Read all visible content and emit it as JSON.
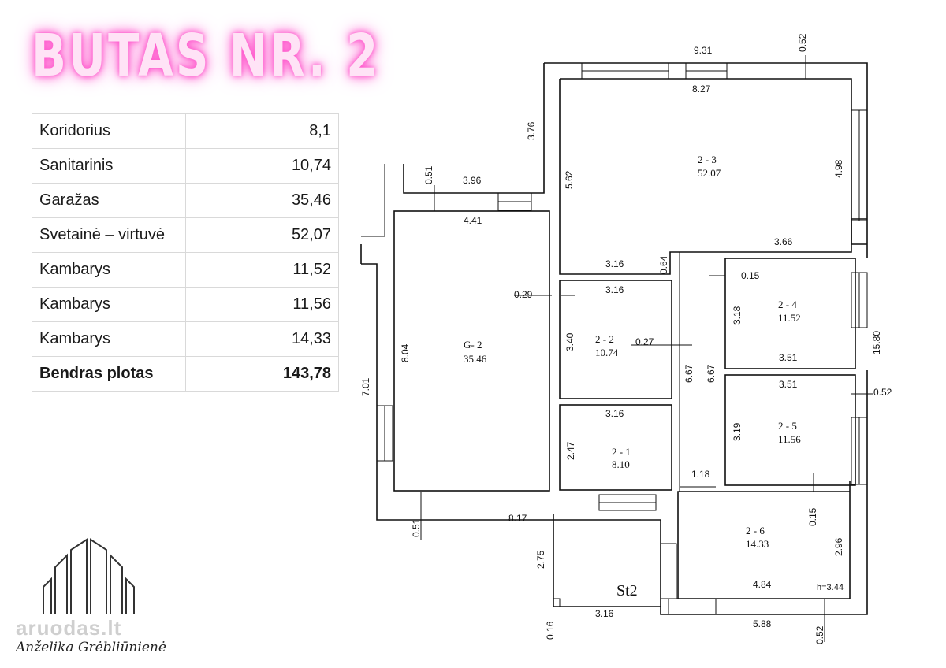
{
  "title": "BUTAS NR. 2",
  "areas": [
    {
      "name": "Koridorius",
      "value": "8,1"
    },
    {
      "name": "Sanitarinis",
      "value": "10,74"
    },
    {
      "name": "Garažas",
      "value": "35,46"
    },
    {
      "name": "Svetainė – virtuvė",
      "value": "52,07"
    },
    {
      "name": "Kambarys",
      "value": "11,52"
    },
    {
      "name": "Kambarys",
      "value": "11,56"
    },
    {
      "name": "Kambarys",
      "value": "14,33"
    }
  ],
  "total": {
    "name": "Bendras plotas",
    "value": "143,78"
  },
  "rooms": {
    "g2": {
      "id": "G- 2",
      "area": "35.46"
    },
    "r23": {
      "id": "2 - 3",
      "area": "52.07"
    },
    "r22": {
      "id": "2 - 2",
      "area": "10.74"
    },
    "r21": {
      "id": "2 - 1",
      "area": "8.10"
    },
    "r24": {
      "id": "2 - 4",
      "area": "11.52"
    },
    "r25": {
      "id": "2 - 5",
      "area": "11.56"
    },
    "r26": {
      "id": "2 - 6",
      "area": "14.33"
    }
  },
  "stair_label": "St2",
  "height_note": "h=3.44",
  "dims": {
    "d931": "9.31",
    "d052a": "0.52",
    "d827": "8.27",
    "d376": "3.76",
    "d562": "5.62",
    "d498": "4.98",
    "d051a": "0.51",
    "d396": "3.96",
    "d441": "4.41",
    "d366": "3.66",
    "d316a": "3.16",
    "d064": "0.64",
    "d015a": "0.15",
    "d029": "0.29",
    "d316b": "3.16",
    "d318": "3.18",
    "d1580": "15.80",
    "d804": "8.04",
    "d340": "3.40",
    "d027": "0.27",
    "d667a": "6.67",
    "d667b": "6.67",
    "d351a": "3.51",
    "d351b": "3.51",
    "d701": "7.01",
    "d052b": "0.52",
    "d316c": "3.16",
    "d319": "3.19",
    "d247": "2.47",
    "d118": "1.18",
    "d015b": "0.15",
    "d051b": "0.51",
    "d817": "8.17",
    "d296": "2.96",
    "d275": "2.75",
    "d484": "4.84",
    "d016": "0.16",
    "d316d": "3.16",
    "d588": "5.88",
    "d052c": "0.52"
  },
  "logo": {
    "brand": "aruodas.lt",
    "author": "Anželika Grėbliūnienė"
  }
}
